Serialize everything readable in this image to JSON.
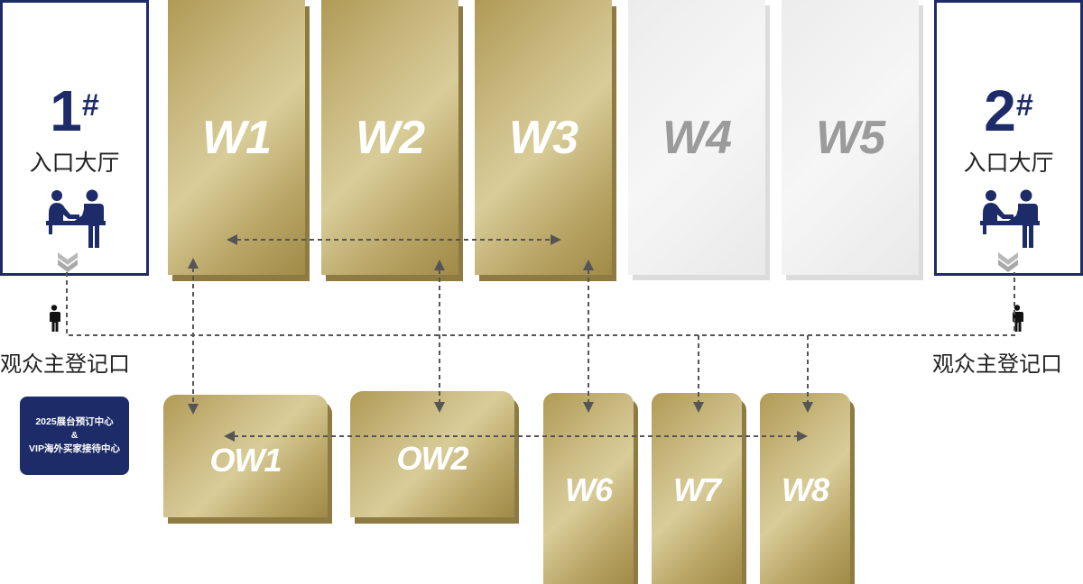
{
  "entrances": [
    {
      "number": "1",
      "mark": "#",
      "text": "入口大厅"
    },
    {
      "number": "2",
      "mark": "#",
      "text": "入口大厅"
    }
  ],
  "registration": {
    "left": "观众主登记口",
    "right": "观众主登记口"
  },
  "booking": {
    "line1": "2025展台预订中心",
    "line2": "&",
    "line3": "VIP海外买家接待中心"
  },
  "halls": {
    "w1": "W1",
    "w2": "W2",
    "w3": "W3",
    "w4": "W4",
    "w5": "W5",
    "ow1": "OW1",
    "ow2": "OW2",
    "w6": "W6",
    "w7": "W7",
    "w8": "W8"
  },
  "colors": {
    "navy": "#1d2c69",
    "gold": "#c4b173",
    "inactive": "#eeeeee",
    "arrow": "#555555"
  },
  "icons": [
    "reception-desk-icon",
    "person-icon",
    "chevron-down-icon"
  ]
}
